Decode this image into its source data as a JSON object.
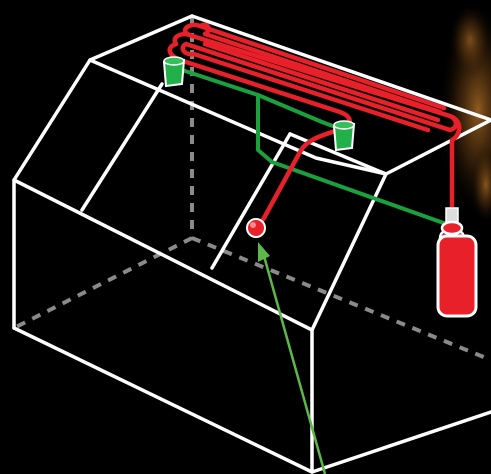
{
  "colors": {
    "background": "#000000",
    "outline": "#ffffff",
    "hidden_edges": "#8a8a8a",
    "pipe_red": "#e8202a",
    "pipe_green": "#1aa03c",
    "nozzle_green": "#22b04a",
    "pointer": "#5cb848",
    "glow": "#8a5a1e"
  },
  "components": {
    "enclosure": "enclosure-outline",
    "detection_tube": "detection-tube",
    "discharge_line": "discharge-line",
    "nozzles": [
      "nozzle-left",
      "nozzle-right"
    ],
    "cylinder": "agent-cylinder",
    "sensor": "sensor-bulb",
    "pointer": "pointer-arrow"
  }
}
